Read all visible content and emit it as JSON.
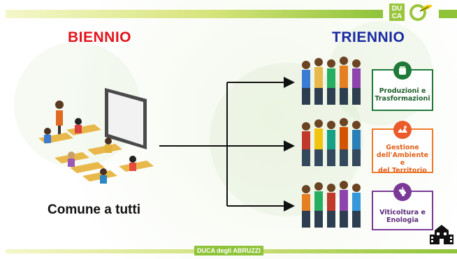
{
  "logo": {
    "line1": "DU",
    "line2": "CA"
  },
  "headings": {
    "left": "BIENNIO",
    "right": "TRIENNIO"
  },
  "caption": "Comune a tutti",
  "courses": [
    {
      "label_lines": [
        "Produzioni e",
        "Trasformazioni"
      ],
      "icon": "food-jar-icon",
      "color": "#1f7a3a"
    },
    {
      "label_lines": [
        "Gestione",
        "dell'Ambiente e",
        "del Territorio"
      ],
      "icon": "landscape-icon",
      "color": "#ea5a2a"
    },
    {
      "label_lines": [
        "Viticoltura e",
        "Enologia"
      ],
      "icon": "grapes-icon",
      "color": "#7a3a96"
    }
  ],
  "footer": "DUCA degli ABRUZZI",
  "colors": {
    "accent_green": "#8fc33a",
    "biennio_red": "#e3141d",
    "triennio_blue": "#1a2aa3"
  }
}
